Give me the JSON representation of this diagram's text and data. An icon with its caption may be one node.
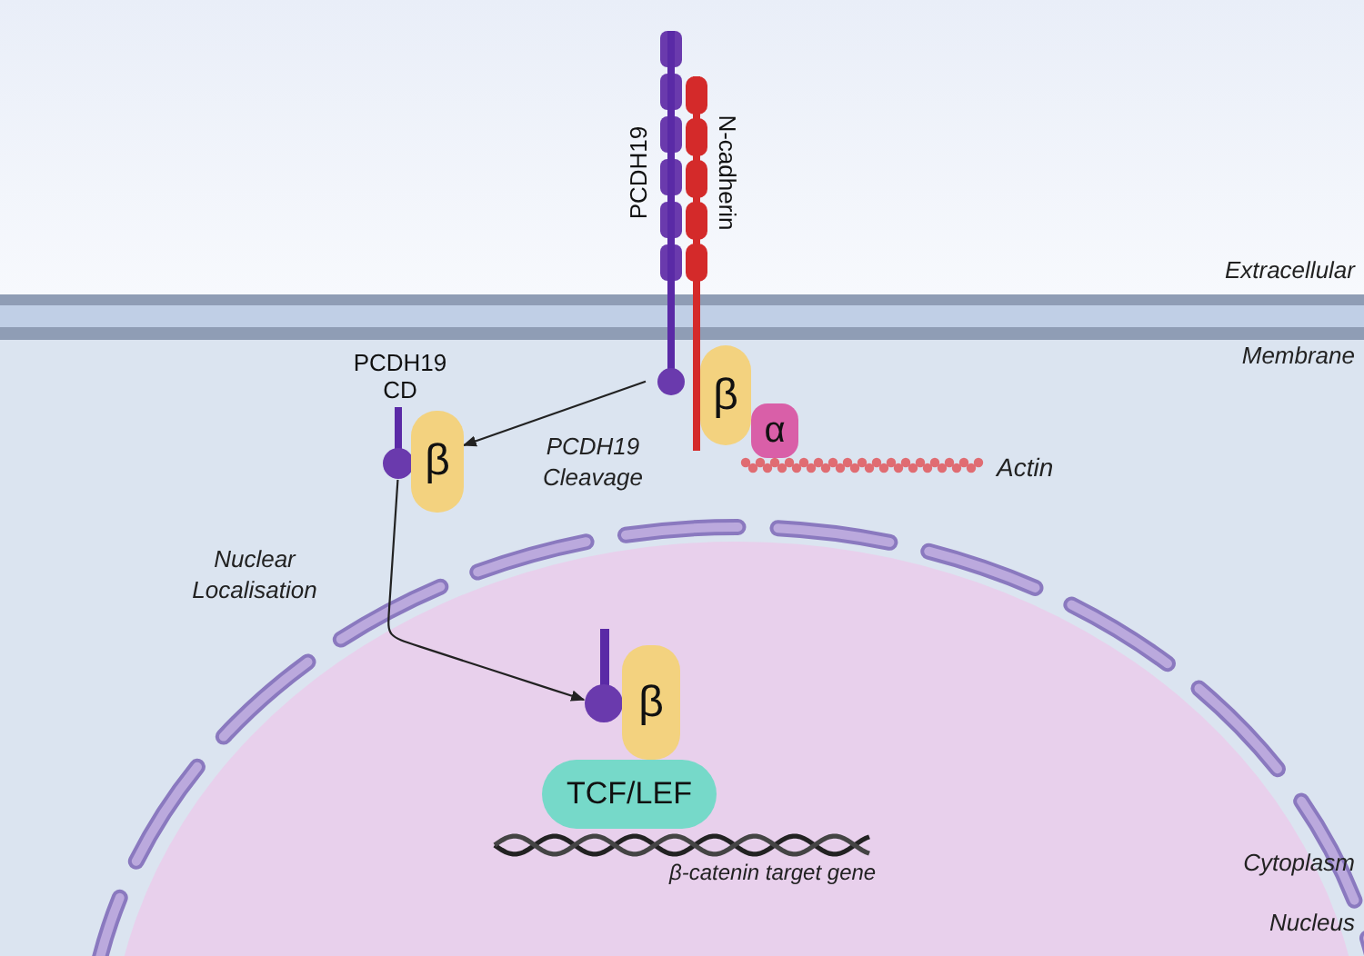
{
  "diagram": {
    "nodes": [
      {
        "text": [
          "PCDH19"
        ]
      },
      {
        "text": [
          "N-cadherin"
        ]
      },
      {
        "text": [
          "β"
        ]
      },
      {
        "text": [
          "α"
        ]
      },
      {
        "text": [],
        "shape": "bar",
        "beside": [
          "Actin"
        ]
      },
      {
        "text": [
          "PCDH19 CD"
        ]
      },
      {
        "text": [
          "β"
        ]
      },
      {
        "text": [],
        "shape": "picture"
      },
      {
        "text": [
          "β"
        ]
      },
      {
        "text": [
          "TCF/LEF"
        ]
      },
      {
        "text": [],
        "shape": "picture",
        "beside": [
          "β-catenin target gene"
        ]
      }
    ],
    "edges": [
      {
        "from": 0,
        "to": 6,
        "arrow": "to",
        "label": "PCDH19 Cleavage"
      },
      {
        "from": 5,
        "to": 7,
        "arrow": "to",
        "label": "Nuclear Localisation"
      }
    ],
    "labels": [
      "Extracellular",
      "Membrane",
      "Cytoplasm",
      "Nucleus"
    ]
  }
}
